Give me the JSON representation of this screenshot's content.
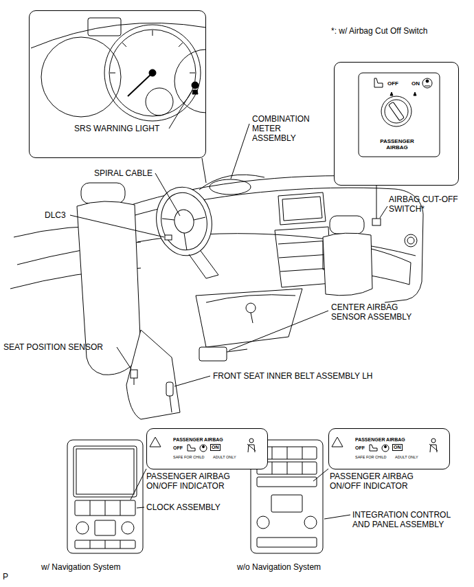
{
  "diagram": {
    "nodes": [
      {
        "text": [
          "SRS WARNING LIGHT"
        ]
      },
      {
        "text": [
          "OFF",
          "ON",
          "PASSENGER AIRBAG"
        ]
      },
      {
        "text": [
          "PASSENGER AIRBAG",
          "OFF",
          "ON",
          "SAFE FOR CHILD",
          "ADULT ONLY"
        ]
      },
      {
        "text": [
          "PASSENGER AIRBAG",
          "OFF",
          "ON",
          "SAFE FOR CHILD",
          "ADULT ONLY"
        ]
      }
    ],
    "labels": [
      "*: w/ Airbag Cut Off Switch",
      "COMBINATION METER ASSEMBLY",
      "SPIRAL CABLE",
      "DLC3",
      "AIRBAG CUT-OFF SWITCH*",
      "CENTER AIRBAG SENSOR ASSEMBLY",
      "SEAT POSITION SENSOR",
      "FRONT SEAT INNER BELT ASSEMBLY LH",
      "PASSENGER AIRBAG ON/OFF INDICATOR",
      "CLOCK ASSEMBLY",
      "PASSENGER AIRBAG ON/OFF INDICATOR",
      "INTEGRATION CONTROL AND PANEL ASSEMBLY",
      "w/ Navigation System",
      "w/o Navigation System",
      "P"
    ]
  }
}
